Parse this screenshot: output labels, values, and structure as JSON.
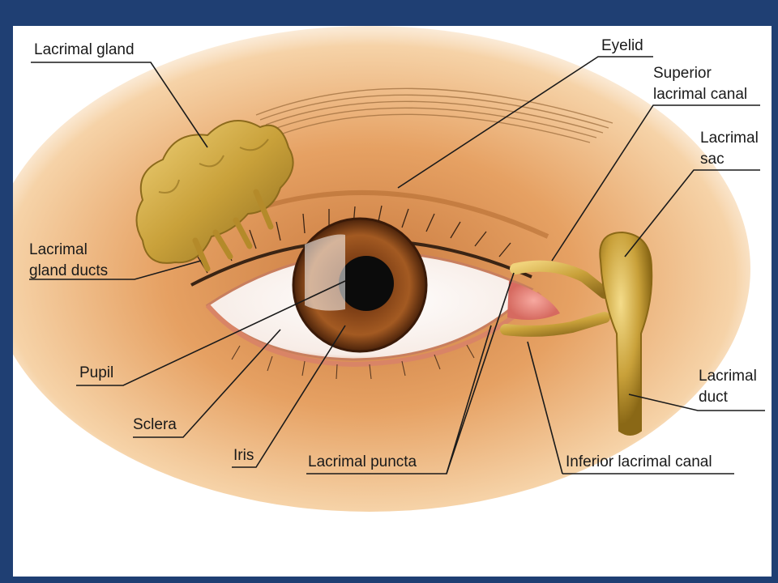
{
  "labels": {
    "lacrimal_gland": "Lacrimal gland",
    "eyelid": "Eyelid",
    "superior_canal_line1": "Superior",
    "superior_canal_line2": "lacrimal canal",
    "lacrimal_sac_line1": "Lacrimal",
    "lacrimal_sac_line2": "sac",
    "gland_ducts_line1": "Lacrimal",
    "gland_ducts_line2": "gland ducts",
    "pupil": "Pupil",
    "sclera": "Sclera",
    "iris": "Iris",
    "lacrimal_puncta": "Lacrimal puncta",
    "inferior_canal": "Inferior lacrimal canal",
    "lacrimal_duct_line1": "Lacrimal",
    "lacrimal_duct_line2": "duct"
  },
  "colors": {
    "frame_border": "#1f3f73",
    "skin": "#e8a866",
    "gland": "#c9a13a",
    "iris": "#8a4a1c",
    "pupil": "#111111",
    "sclera": "#ffffff",
    "leader_line": "#1a1a1a"
  }
}
